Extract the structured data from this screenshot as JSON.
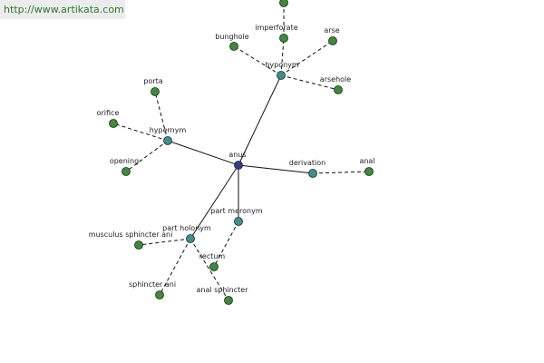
{
  "source_link": "http://www.artikata.com",
  "colors": {
    "center_node": "#2f3f8f",
    "relation_node": "#3f8f8f",
    "word_node": "#3f8a3a",
    "node_stroke": "#1a2a1a",
    "edge": "#111111",
    "link_text": "#2c7a2c"
  },
  "graph": {
    "center": {
      "id": "anus",
      "label": "anus"
    },
    "relations": [
      {
        "id": "hyponym",
        "label": "hyponym",
        "words": [
          "imperforate",
          "bunghole",
          "arse",
          "arsehole"
        ],
        "extra_words": [
          ""
        ]
      },
      {
        "id": "hypernym",
        "label": "hypernym",
        "words": [
          "porta",
          "orifice",
          "opening"
        ]
      },
      {
        "id": "derivation",
        "label": "derivation",
        "words": [
          "anal"
        ]
      },
      {
        "id": "part-meronym",
        "label": "part meronym",
        "words": [
          "rectum"
        ]
      },
      {
        "id": "part-holonym",
        "label": "part holonym",
        "words": [
          "musculus sphincter ani",
          "sphincter ani",
          "anal sphincter"
        ]
      }
    ]
  }
}
